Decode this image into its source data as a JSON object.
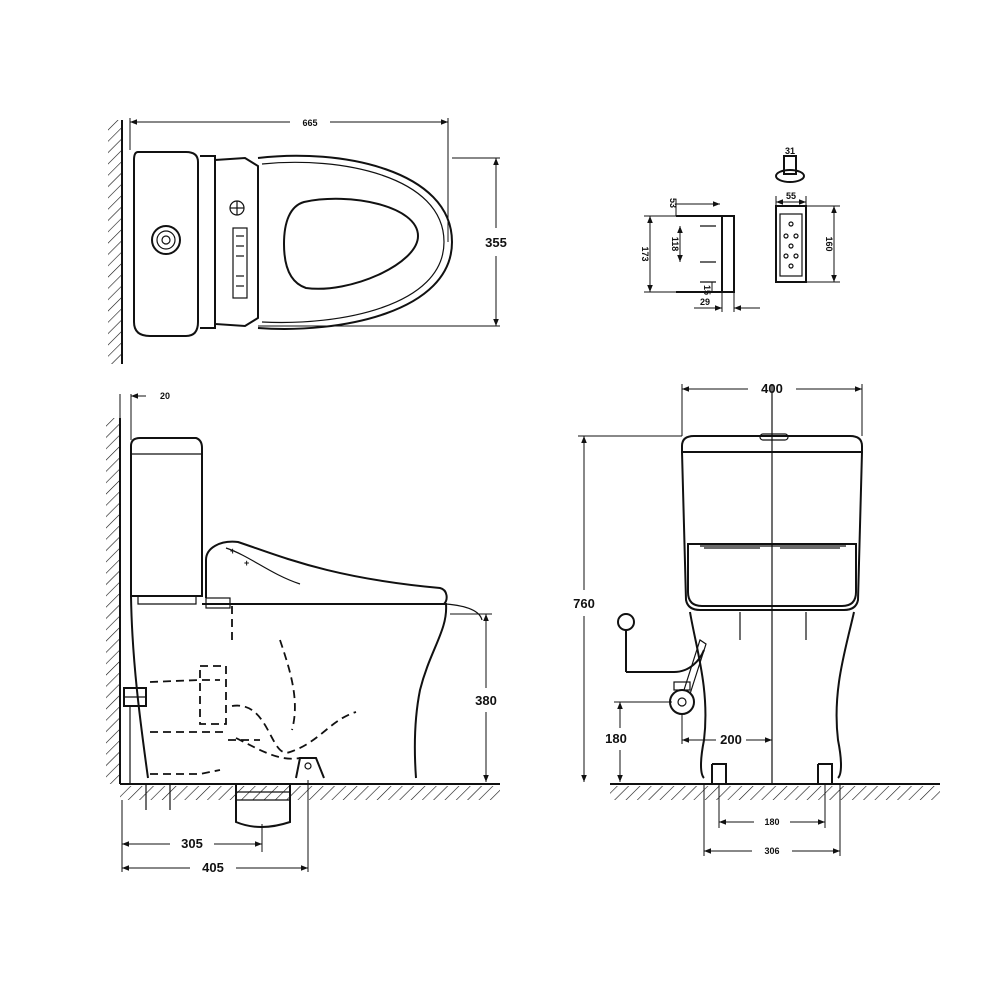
{
  "top_view": {
    "width_label": "665",
    "depth_label": "355"
  },
  "side_view": {
    "offset_label": "20",
    "height_label": "380",
    "roughin_label": "305",
    "length_label": "405"
  },
  "front_view": {
    "width_label": "400",
    "height_label": "760",
    "inlet_height_label": "180",
    "inlet_offset_label": "200",
    "bolt_spacing_label": "180",
    "base_width_label": "306"
  },
  "remote_holder": {
    "depth_label": "53",
    "height_label": "173",
    "inner_height_label": "118",
    "bottom_label": "15",
    "width_label": "29"
  },
  "remote": {
    "knob_label": "31",
    "width_label": "55",
    "height_label": "160"
  }
}
